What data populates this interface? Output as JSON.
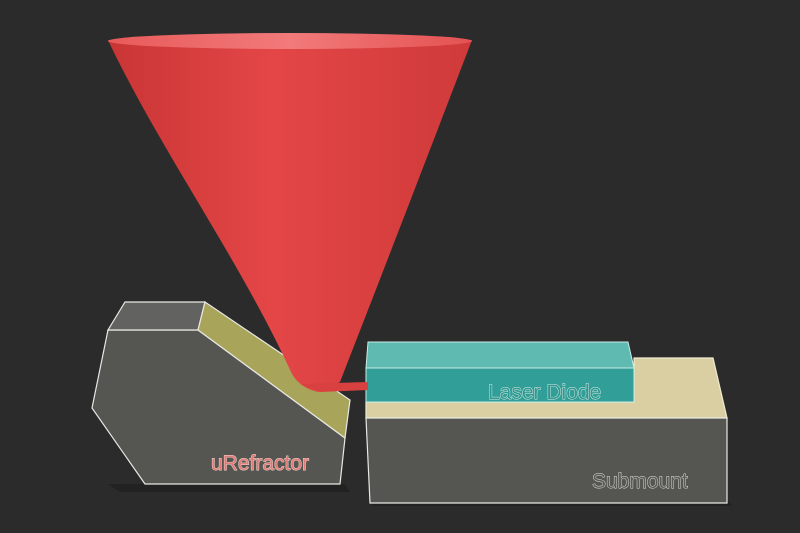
{
  "labels": {
    "refractor": "uRefractor",
    "laser_diode": "Laser Diode",
    "submount": "Submount"
  },
  "colors": {
    "background": "#2b2b2b",
    "beam": "#e14444",
    "block_gray": "#555651",
    "refractor_facet": "#a8a55a",
    "submount_top": "#d9cfa2",
    "laser_top": "#5fbab1",
    "laser_front": "#319e97",
    "refractor_label": "#e07a74",
    "laser_label": "#d9ddd6",
    "submount_label": "#d6d6d2"
  }
}
